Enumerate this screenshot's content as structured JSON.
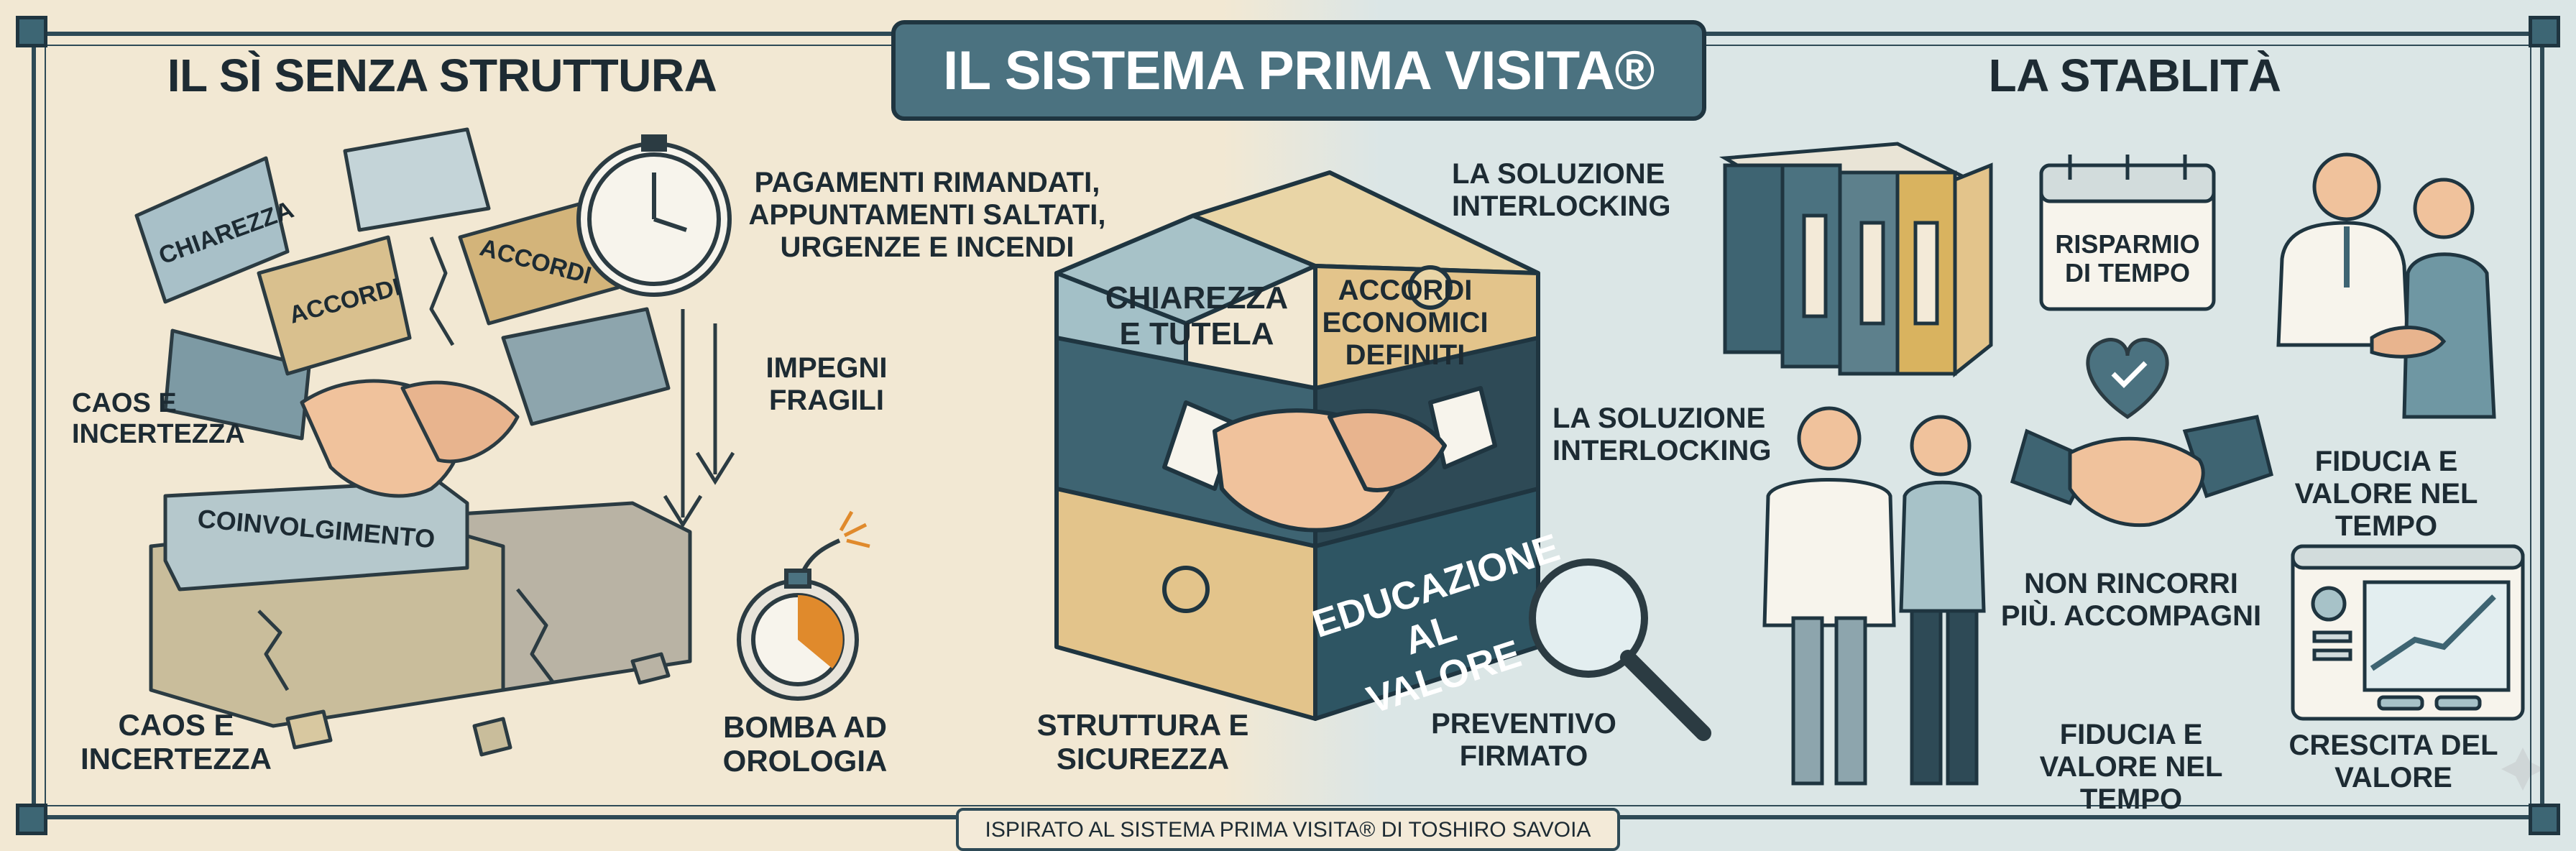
{
  "title": "IL SISTEMA PRIMA VISITA®",
  "footer": "ISPIRATO AL SISTEMA PRIMA VISITA® DI TOSHIRO SAVOIA",
  "colors": {
    "teal_dark": "#2e4a56",
    "teal": "#4b7280",
    "tan": "#e3c48b",
    "gold": "#d9b35f",
    "cream": "#f2e8d3",
    "light_blue": "#dbe6e6",
    "orange": "#e08a2c"
  },
  "left": {
    "heading": "IL SÌ SENZA STRUTTURA",
    "blocks": [
      "CHIAREZZA",
      "ACCORDI",
      "ACCORDI",
      "COINVOLGIMENTO"
    ],
    "caption_top": "CAOS E INCERTEZZA",
    "caption_bottom": "CAOS E INCERTEZZA",
    "problems": "PAGAMENTI RIMANDATI, APPUNTAMENTI SALTATI, URGENZE E INCENDI",
    "fragile": "IMPEGNI FRAGILI",
    "bomb": "BOMBA AD OROLOGIA"
  },
  "center": {
    "cube_top_left": "CHIAREZZA E TUTELA",
    "cube_top_right": "ACCORDI ECONOMICI DEFINITI",
    "cube_front": "EDUCAZIONE AL VALORE",
    "label_top": "LA SOLUZIONE INTERLOCKING",
    "label_mid": "LA SOLUZIONE INTERLOCKING",
    "structure": "STRUTTURA E SICUREZZA",
    "quote": "PREVENTIVO FIRMATO"
  },
  "right": {
    "heading": "LA STABLITÀ",
    "calendar": "RISPARMIO DI TEMPO",
    "trust_top": "FIDUCIA E VALORE NEL TEMPO",
    "accompany": "NON RINCORRI PIÙ. ACCOMPAGNI",
    "trust_bottom": "FIDUCIA E VALORE NEL TEMPO",
    "growth": "CRESCITA DEL VALORE"
  },
  "icons": [
    "clock-icon",
    "down-arrow-icon",
    "bomb-icon",
    "handshake-icon",
    "magnifier-icon",
    "binders-icon",
    "calendar-icon",
    "heart-check-icon",
    "doctor-patient-icon",
    "couple-icon",
    "chart-screen-icon",
    "sparkle-icon"
  ]
}
